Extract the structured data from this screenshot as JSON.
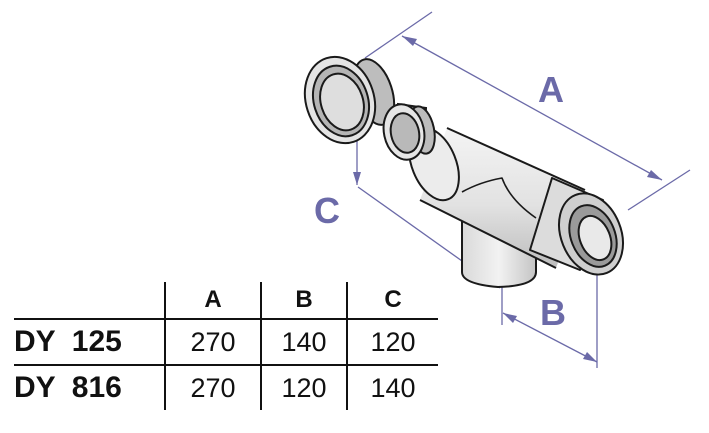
{
  "diagram": {
    "dimension_labels": {
      "a": "A",
      "b": "B",
      "c": "C"
    },
    "colors": {
      "dimension": "#6b6aa8",
      "outline": "#1a1a1a",
      "body_fill": "#e6e6e6",
      "shadow": "#b8b8b8"
    }
  },
  "table": {
    "headers": [
      "A",
      "B",
      "C"
    ],
    "rows": [
      {
        "model": "DY  125",
        "values": [
          "270",
          "140",
          "120"
        ]
      },
      {
        "model": "DY  816",
        "values": [
          "270",
          "120",
          "140"
        ]
      }
    ]
  }
}
